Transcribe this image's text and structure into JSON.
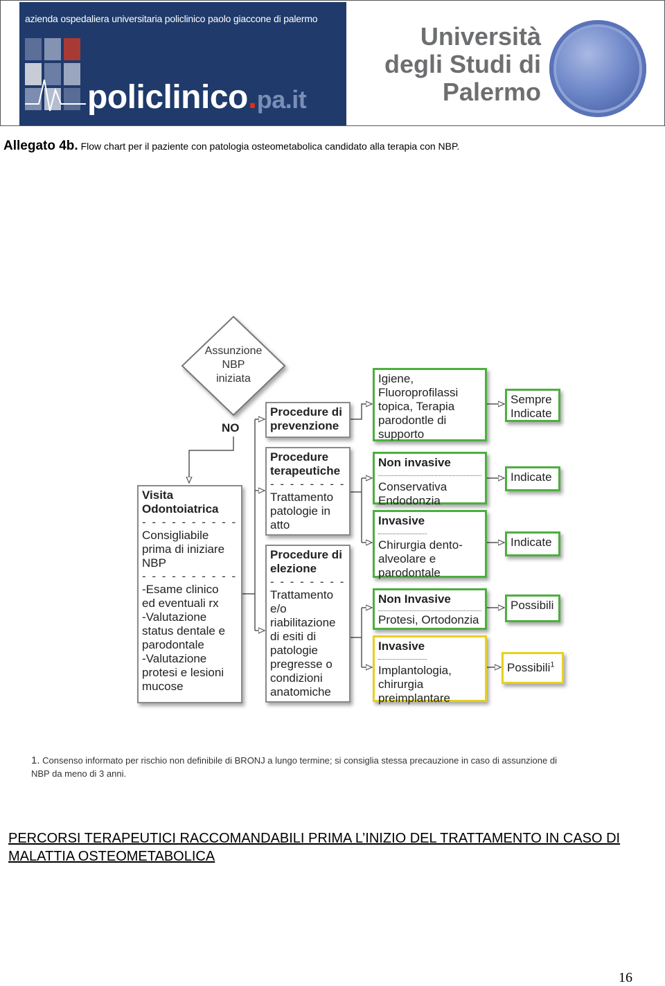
{
  "header": {
    "left_logo": {
      "azienda": "azienda ospedaliera universitaria policlinico paolo giaccone di palermo",
      "brand": "policlinico",
      "brand_dot": ".",
      "brand_suffix": "pa.it"
    },
    "right_logo": {
      "lines": [
        "Università",
        "degli Studi di",
        "Palermo"
      ],
      "seal": "university-seal-icon"
    }
  },
  "caption": {
    "lead": "Allegato 4b.",
    "text": "Flow chart per il paziente con patologia osteometabolica candidato alla terapia con NBP."
  },
  "flowchart": {
    "decision": {
      "lines": [
        "Assunzione",
        "NBP",
        "iniziata"
      ],
      "branch_label": "NO"
    },
    "visita": {
      "title": [
        "Visita",
        "Odontoiatrica"
      ],
      "sep": "- - - - - - - - - - -",
      "lines1": [
        "Consigliabile",
        "prima di iniziare",
        "NBP"
      ],
      "lines2": [
        "-Esame clinico",
        "ed eventuali rx",
        "-Valutazione",
        "status dentale e",
        "parodontale",
        "-Valutazione",
        "protesi e lesioni",
        "mucose"
      ]
    },
    "prevenzione": {
      "title": [
        "Procedure di",
        "prevenzione"
      ]
    },
    "terapeutiche": {
      "title": [
        "Procedure",
        "terapeutiche"
      ],
      "sep": "- - - - - - - - -",
      "lines": [
        "Trattamento",
        "patologie in",
        "atto"
      ]
    },
    "elezione": {
      "title": [
        "Procedure di",
        "elezione"
      ],
      "sep": "- - - - - - - - -",
      "lines": [
        "Trattamento",
        "e/o",
        "riabilitazione",
        "di esiti di",
        "patologie",
        "pregresse o",
        "condizioni",
        "anatomiche"
      ]
    },
    "igiene": {
      "lines": [
        "Igiene,",
        "Fluoroprofilassi",
        "topica, Terapia",
        "parodontle  di",
        "supporto"
      ]
    },
    "non_invasive_1": {
      "title": "Non invasive",
      "lines": [
        "Conservativa",
        "Endodonzia"
      ]
    },
    "invasive_1": {
      "title": "Invasive",
      "lines": [
        "Chirurgia dento-",
        "alveolare e",
        "parodontale"
      ]
    },
    "non_invasive_2": {
      "title": "Non Invasive",
      "lines": [
        "Protesi, Ortodonzia"
      ]
    },
    "invasive_2": {
      "title": "Invasive",
      "lines": [
        "Implantologia,",
        "chirurgia",
        "preimplantare"
      ]
    },
    "outcomes": {
      "sempre": [
        "Sempre",
        "Indicate"
      ],
      "indicate_1": "Indicate",
      "indicate_2": "Indicate",
      "possibili": "Possibili",
      "possibili_1": "Possibili",
      "possibili_1_sup": "1"
    },
    "colors": {
      "green_border": "#4caf3e",
      "yellow_border": "#e6d11e",
      "gray_border": "#8a8a8a"
    }
  },
  "footnote": {
    "number": "1.",
    "text": "Consenso informato per rischio non definibile di BRONJ a lungo termine; si consiglia stessa precauzione in caso di assunzione di NBP da meno di  3 anni."
  },
  "bottom_heading": "PERCORSI TERAPEUTICI RACCOMANDABILI PRIMA L’INIZIO DEL TRATTAMENTO IN CASO DI MALATTIA OSTEOMETABOLICA",
  "page_number": "16"
}
